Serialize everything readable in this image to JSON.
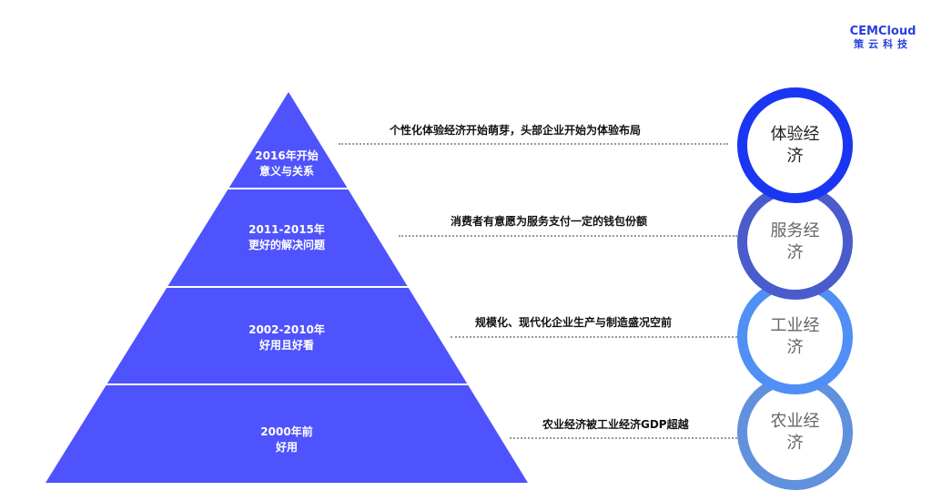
{
  "logo": {
    "line1": "CEMCloud",
    "line2": "策云科技"
  },
  "pyramid": {
    "color": "#4f53fd",
    "levels": [
      {
        "line1": "2016年开始",
        "line2": "意义与关系"
      },
      {
        "line1": "2011-2015年",
        "line2": "更好的解决问题"
      },
      {
        "line1": "2002-2010年",
        "line2": "好用且好看"
      },
      {
        "line1": "2000年前",
        "line2": "好用"
      }
    ]
  },
  "descriptions": [
    "个性化体验经济开始萌芽，头部企业开始为体验布局",
    "消费者有意愿为服务支付一定的钱包份额",
    "规模化、现代化企业生产与制造盛况空前",
    "农业经济被工业经济GDP超越"
  ],
  "circles": [
    {
      "label": "体验经济",
      "color": "#1b36f2"
    },
    {
      "label": "服务经济",
      "color": "#4a5ccc"
    },
    {
      "label": "工业经济",
      "color": "#4f8ff6"
    },
    {
      "label": "农业经济",
      "color": "#6190dd"
    }
  ]
}
